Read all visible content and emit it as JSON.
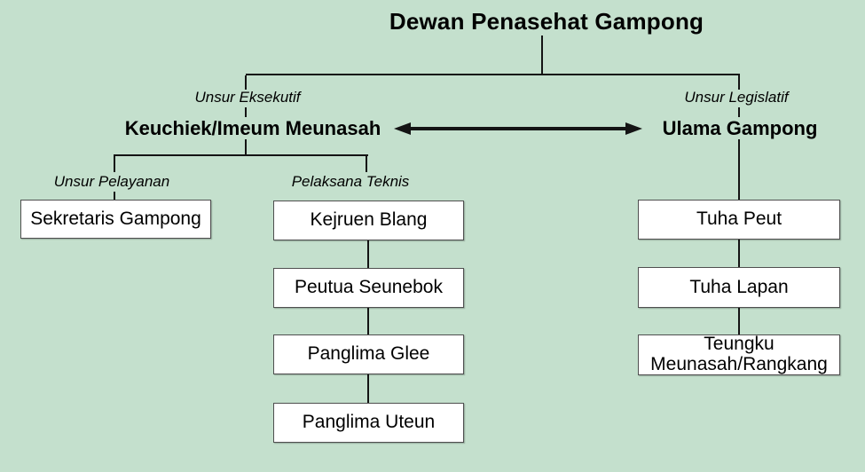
{
  "title": "Dewan Penasehat Gampong",
  "executive": {
    "label": "Unsur Eksekutif",
    "head": "Keuchiek/Imeum Meunasah",
    "service_label": "Unsur Pelayanan",
    "service_box": "Sekretaris Gampong",
    "technical_label": "Pelaksana Teknis",
    "technical_boxes": [
      "Kejruen Blang",
      "Peutua Seunebok",
      "Panglima Glee",
      "Panglima Uteun"
    ]
  },
  "legislative": {
    "label": "Unsur Legislatif",
    "head": "Ulama Gampong",
    "boxes": [
      "Tuha Peut",
      "Tuha Lapan",
      "Teungku Meunasah/Rangkang"
    ]
  },
  "colors": {
    "background": "#c4e0cd",
    "box_fill": "#ffffff",
    "box_border": "#4f4f4f",
    "line": "#141414",
    "text": "#000000"
  }
}
